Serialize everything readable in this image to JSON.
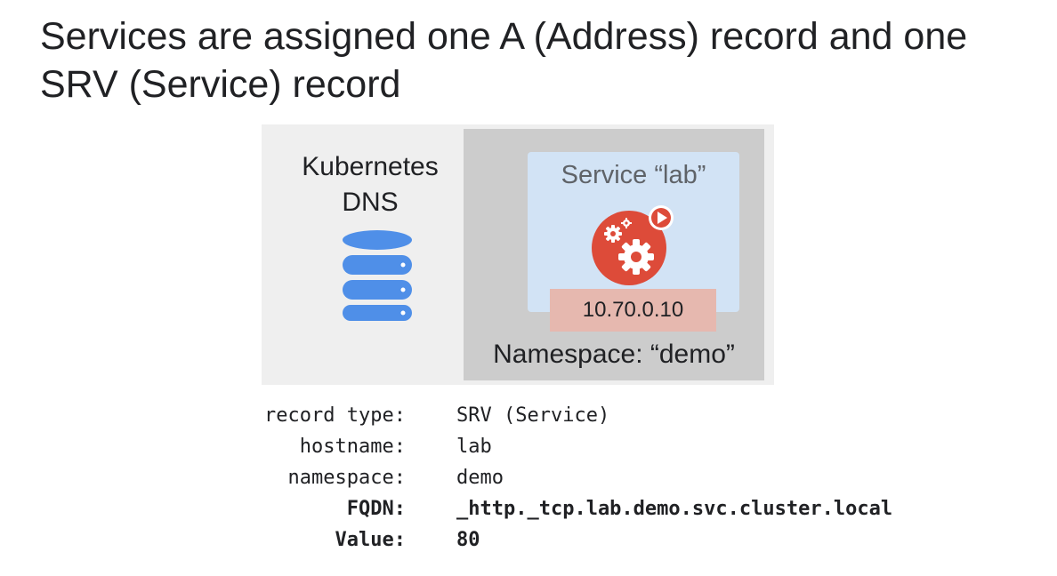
{
  "slide": {
    "title": "Services are assigned one A (Address) record and one SRV (Service) record"
  },
  "diagram": {
    "dns_label": "Kubernetes DNS",
    "service_label": "Service “lab”",
    "ip_address": "10.70.0.10",
    "namespace_label": "Namespace: “demo”",
    "icons": {
      "dns": "database-icon",
      "service": "gears-play-icon"
    },
    "colors": {
      "database": "#4f8fe8",
      "service_icon": "#dd4b39",
      "ip_box": "#e6b8af",
      "service_box": "#d2e3f5",
      "namespace_box": "#cccccc"
    }
  },
  "records": [
    {
      "key": "record type:",
      "value": "SRV (Service)",
      "bold": false
    },
    {
      "key": "hostname:",
      "value": "lab",
      "bold": false
    },
    {
      "key": "namespace:",
      "value": "demo",
      "bold": false
    },
    {
      "key": "FQDN:",
      "value": "_http._tcp.lab.demo.svc.cluster.local",
      "bold": true
    },
    {
      "key": "Value:",
      "value": "80",
      "bold": true
    }
  ]
}
